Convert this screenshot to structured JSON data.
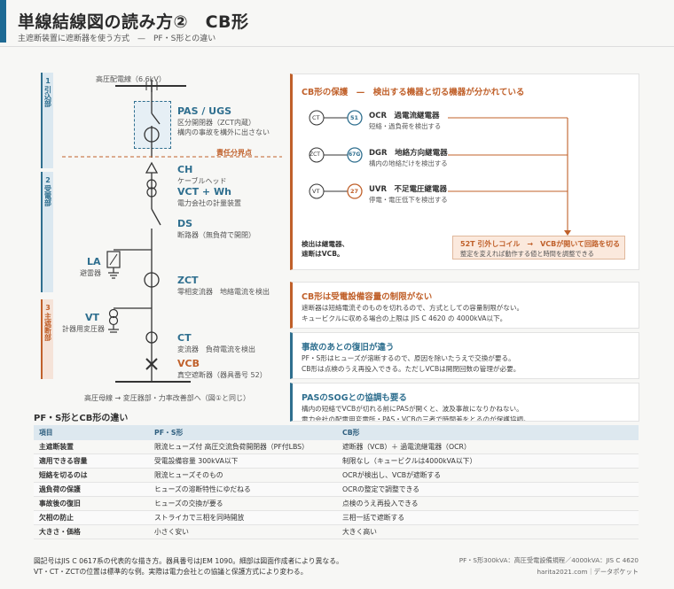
{
  "header": {
    "title": "単線結線図の読み方②　CB形",
    "subtitle": "主遮断装置に遮断器を使う方式　—　PF・S形との違い"
  },
  "diagram": {
    "line_top_label": "高圧配電線（6.6kV）",
    "sections": [
      {
        "num": "1",
        "name": "引込部"
      },
      {
        "num": "2",
        "name": "受電部"
      },
      {
        "num": "3",
        "name": "主遮断部"
      }
    ],
    "boundary_label": "責任分界点",
    "pas": {
      "name": "PAS / UGS",
      "desc1": "区分開閉器（ZCT内蔵）",
      "desc2": "構内の事故を構外に出さない"
    },
    "ch": {
      "name": "CH",
      "desc": "ケーブルヘッド"
    },
    "vct": {
      "name": "VCT + Wh",
      "desc": "電力会社の計量装置"
    },
    "ds": {
      "name": "DS",
      "desc": "断路器（無負荷で開閉）"
    },
    "la": {
      "name": "LA",
      "desc": "避雷器"
    },
    "zct": {
      "name": "ZCT",
      "desc": "零相変流器　地絡電流を検出"
    },
    "vt": {
      "name": "VT",
      "desc": "計器用変圧器"
    },
    "ct": {
      "name": "CT",
      "desc": "変流器　負荷電流を検出"
    },
    "vcb": {
      "name": "VCB",
      "desc": "真空遮断器（器具番号 52）"
    },
    "bottom_label": "高圧母線 → 変圧器部・力率改善部へ（図①と同じ）"
  },
  "protection": {
    "title": "CB形の保護　—　検出する機器と切る機器が分かれている",
    "relays": [
      {
        "sensor": "CT",
        "number": "51",
        "name": "OCR　過電流継電器",
        "desc": "短絡・過負荷を検出する"
      },
      {
        "sensor": "ZCT",
        "number": "67G",
        "name": "DGR　地絡方向継電器",
        "desc": "構内の地絡だけを検出する"
      },
      {
        "sensor": "VT",
        "number": "27",
        "name": "UVR　不足電圧継電器",
        "desc": "停電・電圧低下を検出する"
      }
    ],
    "note1": "検出は継電器、",
    "note2": "遮断はVCB。",
    "coil_title": "52T 引外しコイル　→　VCBが開いて回路を切る",
    "coil_desc": "整定を変えれば動作する値と時間を調整できる"
  },
  "cards": [
    {
      "title": "CB形は受電設備容量の制限がない",
      "line1": "遮断器は短絡電流そのものを切れるので、方式としての容量制限がない。",
      "line2": "キュービクルに収める場合の上限は JIS C 4620 の 4000kVA以下。"
    },
    {
      "title": "事故のあとの復旧が違う",
      "line1": "PF・S形はヒューズが溶断するので、原因を除いたうえで交換が要る。",
      "line2": "CB形は点検のうえ再投入できる。ただしVCBは開閉回数の管理が必要。"
    },
    {
      "title": "PASのSOGとの協調も要る",
      "line1": "構内の短絡でVCBが切れる前にPASが開くと、波及事故になりかねない。",
      "line2": "電力会社の配電用変電所・PAS・VCBの三者で時間差をとるのが保護協調。"
    }
  ],
  "table": {
    "title": "PF・S形とCB形の違い",
    "headers": [
      "項目",
      "PF・S形",
      "CB形"
    ],
    "rows": [
      [
        "主遮断装置",
        "限流ヒューズ付 高圧交流負荷開閉器（PF付LBS）",
        "遮断器（VCB）＋ 過電流継電器（OCR）"
      ],
      [
        "適用できる容量",
        "受電設備容量 300kVA以下",
        "制限なし（キュービクルは4000kVA以下）"
      ],
      [
        "短絡を切るのは",
        "限流ヒューズそのもの",
        "OCRが検出し、VCBが遮断する"
      ],
      [
        "過負荷の保護",
        "ヒューズの溶断特性にゆだねる",
        "OCRの整定で調整できる"
      ],
      [
        "事故後の復旧",
        "ヒューズの交換が要る",
        "点検のうえ再投入できる"
      ],
      [
        "欠相の防止",
        "ストライカで三相を同時開放",
        "三相一括で遮断する"
      ],
      [
        "大きさ・価格",
        "小さく安い",
        "大きく高い"
      ]
    ]
  },
  "footer": {
    "left1": "図記号はJIS C 0617系の代表的な描き方。器具番号はJEM 1090。細部は図面作成者により異なる。",
    "left2": "VT・CT・ZCTの位置は標準的な例。実際は電力会社との協議と保護方式により変わる。",
    "right1": "PF・S形300kVA：高圧受電設備規程／4000kVA：JIS C 4620",
    "right2": "harita2021.com｜データポケット"
  }
}
